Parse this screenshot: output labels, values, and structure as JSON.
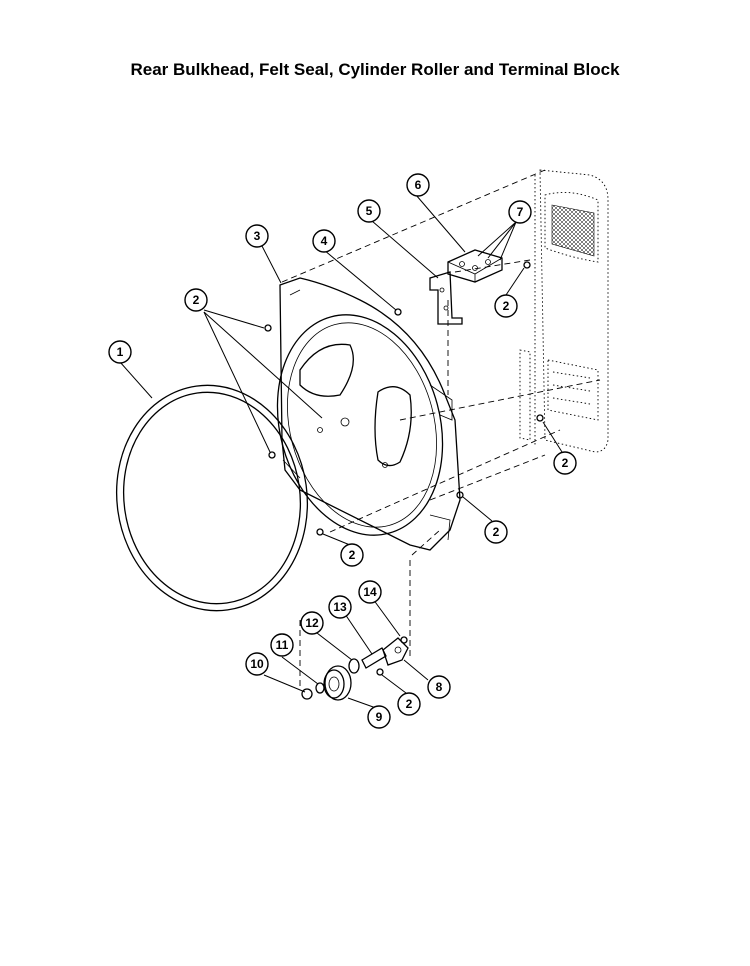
{
  "title": "Rear Bulkhead, Felt Seal, Cylinder Roller and Terminal Block",
  "callouts": [
    {
      "id": "c1",
      "label": "1"
    },
    {
      "id": "c2a",
      "label": "2"
    },
    {
      "id": "c2b",
      "label": "2"
    },
    {
      "id": "c2c",
      "label": "2"
    },
    {
      "id": "c2d",
      "label": "2"
    },
    {
      "id": "c2e",
      "label": "2"
    },
    {
      "id": "c2f",
      "label": "2"
    },
    {
      "id": "c3",
      "label": "3"
    },
    {
      "id": "c4",
      "label": "4"
    },
    {
      "id": "c5",
      "label": "5"
    },
    {
      "id": "c6",
      "label": "6"
    },
    {
      "id": "c7",
      "label": "7"
    },
    {
      "id": "c8",
      "label": "8"
    },
    {
      "id": "c9",
      "label": "9"
    },
    {
      "id": "c10",
      "label": "10"
    },
    {
      "id": "c11",
      "label": "11"
    },
    {
      "id": "c12",
      "label": "12"
    },
    {
      "id": "c13",
      "label": "13"
    },
    {
      "id": "c14",
      "label": "14"
    }
  ]
}
